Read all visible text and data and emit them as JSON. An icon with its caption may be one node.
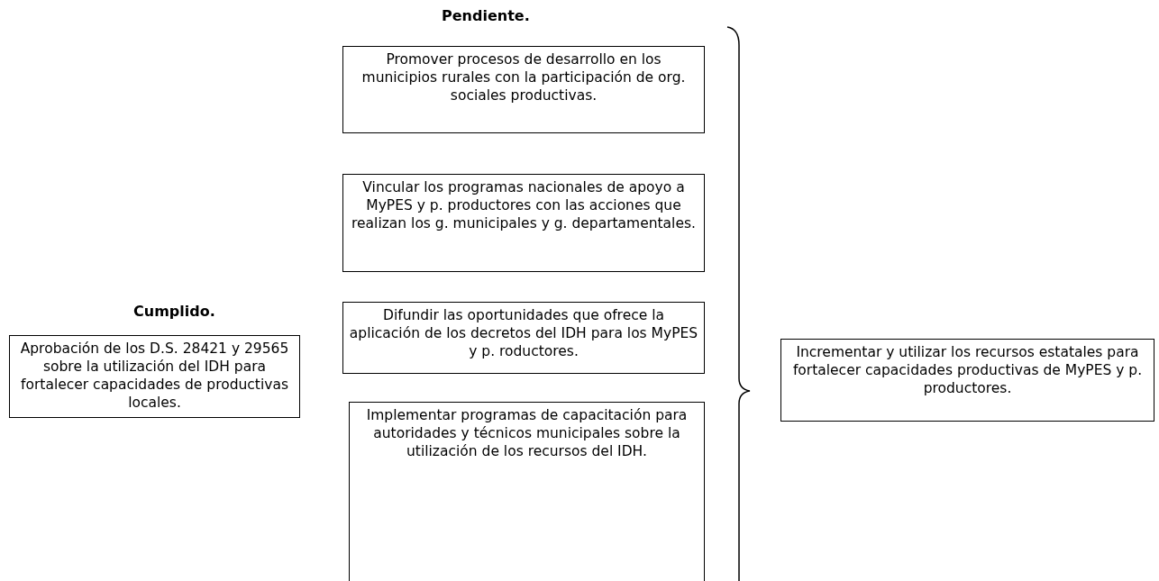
{
  "diagram": {
    "nodes": [
      {
        "text": [
          "Aprobación de los D.S. 28421 y 29565 sobre la utilización del IDH para fortalecer capacidades de productivas locales."
        ]
      },
      {
        "text": [
          "Promover procesos de desarrollo en los municipios rurales con la participación de org. sociales productivas."
        ]
      },
      {
        "text": [
          "Vincular los programas nacionales de apoyo a MyPES y p. productores con las acciones que realizan los g. municipales y g. departamentales."
        ]
      },
      {
        "text": [
          "Difundir las oportunidades que ofrece la aplicación de los decretos del IDH para los MyPES y p. roductores."
        ]
      },
      {
        "text": [
          "Implementar programas de capacitación para autoridades y técnicos municipales sobre la utilización de los recursos del IDH."
        ]
      },
      {
        "text": [
          "Incrementar y utilizar los recursos estatales para fortalecer capacidades productivas de MyPES y p. productores."
        ]
      }
    ],
    "labels": [
      "Pendiente.",
      "Cumplido."
    ]
  }
}
